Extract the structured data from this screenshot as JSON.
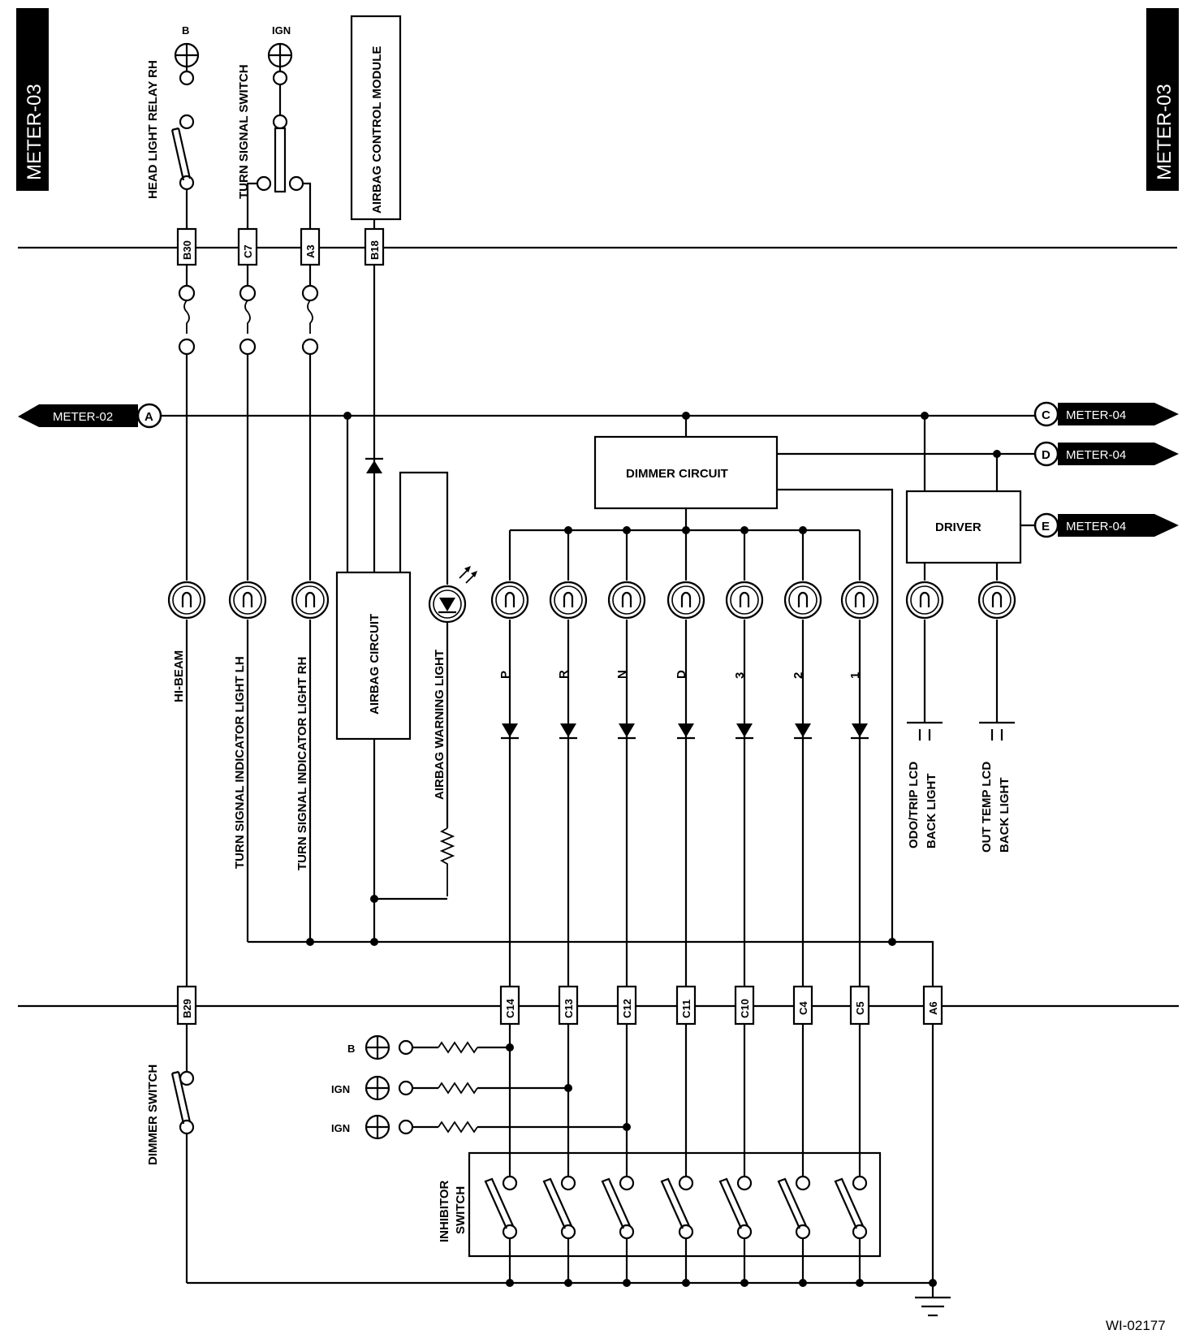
{
  "page": {
    "tag_left": "METER-03",
    "tag_right": "METER-03",
    "figure_id": "WI-02177"
  },
  "top_components": {
    "headlight_relay": "HEAD LIGHT RELAY RH",
    "turn_signal_switch": "TURN SIGNAL SWITCH",
    "airbag_module": "AIRBAG CONTROL MODULE",
    "b_label": "B",
    "ign_label": "IGN"
  },
  "connectors_top": [
    "B30",
    "C7",
    "A3",
    "B18"
  ],
  "connectors_bottom": [
    "B29",
    "C14",
    "C13",
    "C12",
    "C11",
    "C10",
    "C4",
    "C5",
    "A6"
  ],
  "off_page": {
    "A": {
      "letter": "A",
      "label": "METER-02"
    },
    "C": {
      "letter": "C",
      "label": "METER-04"
    },
    "D": {
      "letter": "D",
      "label": "METER-04"
    },
    "E": {
      "letter": "E",
      "label": "METER-04"
    }
  },
  "blocks": {
    "dimmer_circuit": "DIMMER CIRCUIT",
    "driver": "DRIVER",
    "airbag_circuit": "AIRBAG CIRCUIT"
  },
  "lamps": {
    "hi_beam": "HI-BEAM",
    "turn_lh": "TURN SIGNAL INDICATOR LIGHT LH",
    "turn_rh": "TURN SIGNAL INDICATOR LIGHT RH",
    "airbag_warning": "AIRBAG WARNING LIGHT",
    "odo_l1": "ODO/TRIP LCD",
    "odo_l2": "BACK LIGHT",
    "temp_l1": "OUT TEMP LCD",
    "temp_l2": "BACK LIGHT"
  },
  "gear_positions": [
    "P",
    "R",
    "N",
    "D",
    "3",
    "2",
    "1"
  ],
  "bottom_components": {
    "dimmer_switch": "DIMMER SWITCH",
    "inhibitor_l1": "INHIBITOR",
    "inhibitor_l2": "SWITCH",
    "supplies": [
      "B",
      "IGN",
      "IGN"
    ]
  }
}
